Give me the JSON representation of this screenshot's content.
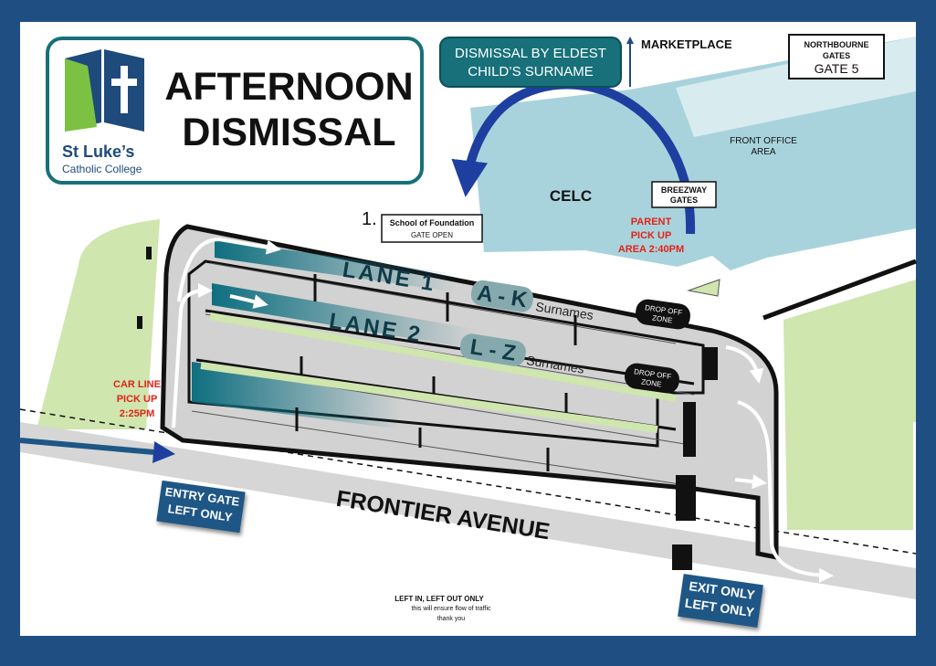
{
  "title": {
    "line1": "AFTERNOON",
    "line2": "DISMISSAL"
  },
  "logo": {
    "name": "St Luke’s",
    "subtitle": "Catholic College"
  },
  "dismissal_note": {
    "line1": "DISMISSAL BY ELDEST",
    "line2": "CHILD’S SURNAME"
  },
  "marketplace": "MARKETPLACE",
  "northbourne": {
    "line1": "NORTHBOURNE",
    "line2": "GATES",
    "line3": "GATE 5"
  },
  "front_office": {
    "line1": "FRONT OFFICE",
    "line2": "AREA"
  },
  "celc": "CELC",
  "breezway": {
    "line1": "BREEZWAY",
    "line2": "GATES"
  },
  "parent_pickup": {
    "line1": "PARENT",
    "line2": "PICK UP",
    "line3": "AREA 2:40PM"
  },
  "foundation_gate": {
    "number": "1.",
    "line1": "School of Foundation",
    "line2": "GATE OPEN"
  },
  "lane1": {
    "label": "LANE 1",
    "range": "A - K",
    "surnames": "Surnames"
  },
  "lane2": {
    "label": "LANE 2",
    "range": "L - Z",
    "surnames": "Surnames"
  },
  "drop_off": {
    "line1": "DROP OFF",
    "line2": "ZONE"
  },
  "car_line": {
    "line1": "CAR LINE",
    "line2": "PICK UP",
    "line3": "2:25PM"
  },
  "entry_gate": {
    "line1": "ENTRY GATE",
    "line2": "LEFT ONLY"
  },
  "street": "FRONTIER AVENUE",
  "exit_gate": {
    "line1": "EXIT ONLY",
    "line2": "LEFT ONLY"
  },
  "footer": {
    "line1": "LEFT IN, LEFT OUT ONLY",
    "line2": "this will ensure flow of traffic",
    "line3": "thank you"
  },
  "colors": {
    "frame": "#1f4f82",
    "teal": "#17707a",
    "building": "#a9d3dc",
    "grass": "#cfe6ae",
    "lot": "#cfcfcf",
    "red": "#e2231a",
    "badge": "#1e5686"
  }
}
